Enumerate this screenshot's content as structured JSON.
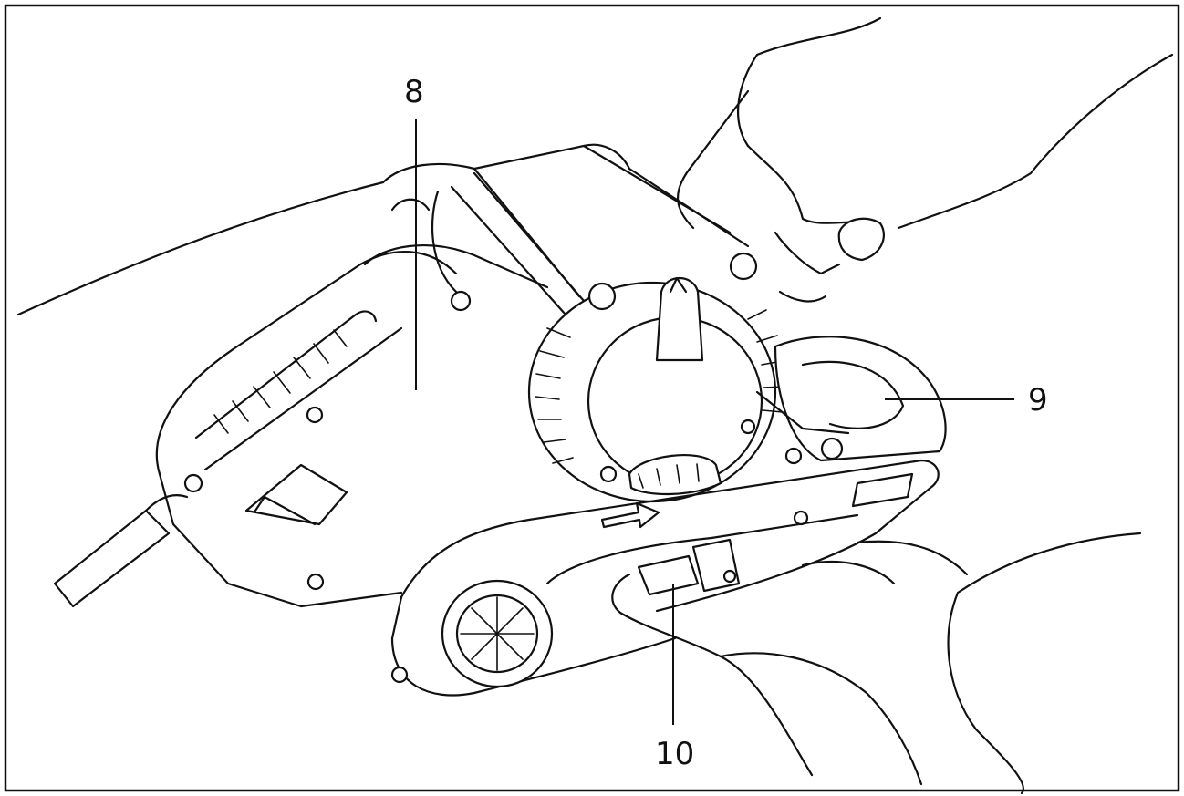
{
  "callouts": {
    "c8": "8",
    "c9": "9",
    "c10": "10"
  },
  "colors": {
    "line": "#111111",
    "background": "#ffffff"
  }
}
